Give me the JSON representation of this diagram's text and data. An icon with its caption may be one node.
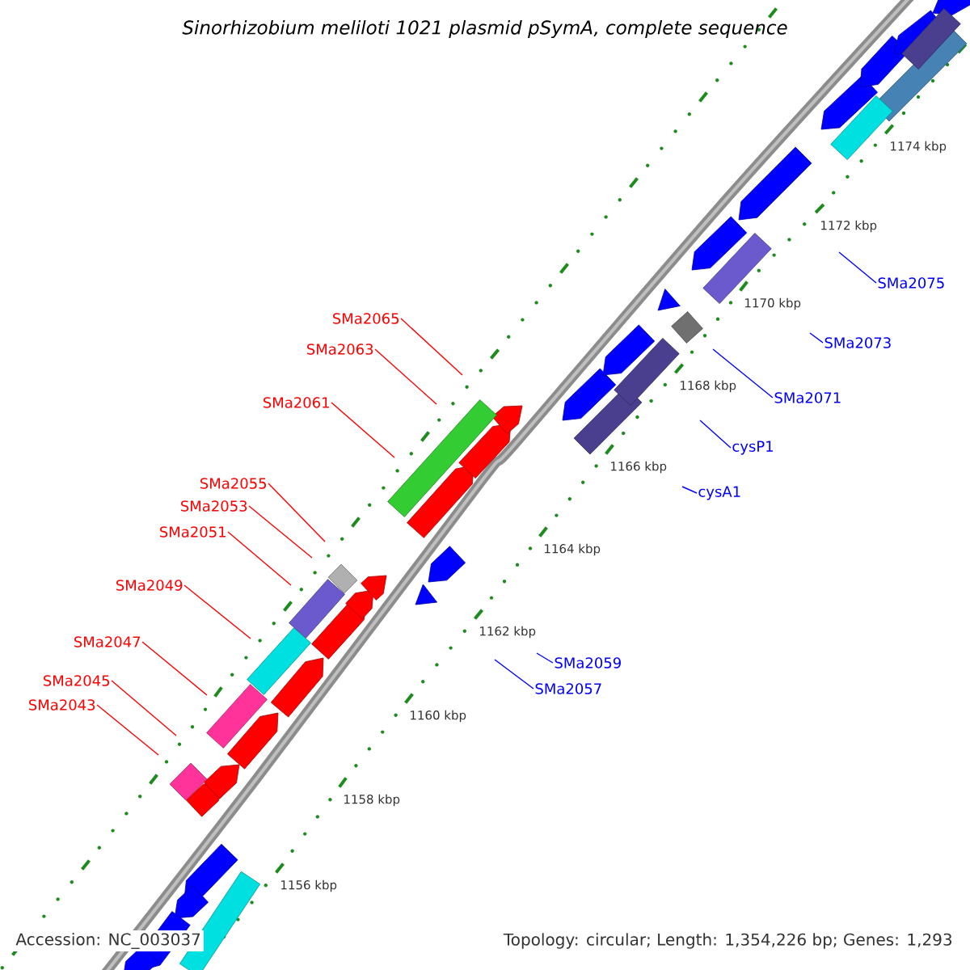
{
  "diagram": {
    "title": "Sinorhizobium meliloti 1021 plasmid pSymA, complete sequence",
    "nodes": [
      {
        "text": [
          "SMa2065"
        ]
      },
      {
        "text": [
          "SMa2063"
        ]
      },
      {
        "text": [
          "SMa2061"
        ]
      },
      {
        "text": [
          "SMa2055"
        ]
      },
      {
        "text": [
          "SMa2053"
        ]
      },
      {
        "text": [
          "SMa2051"
        ]
      },
      {
        "text": [
          "SMa2049"
        ]
      },
      {
        "text": [
          "SMa2047"
        ]
      },
      {
        "text": [
          "SMa2045"
        ]
      },
      {
        "text": [
          "SMa2043"
        ]
      },
      {
        "text": [
          "SMa2075"
        ]
      },
      {
        "text": [
          "SMa2073"
        ]
      },
      {
        "text": [
          "SMa2071"
        ]
      },
      {
        "text": [
          "cysP1"
        ]
      },
      {
        "text": [
          "cysA1"
        ]
      },
      {
        "text": [
          "SMa2059"
        ]
      },
      {
        "text": [
          "SMa2057"
        ]
      }
    ],
    "edges": [
      {
        "from": 0,
        "to": null,
        "arrow": "none"
      },
      {
        "from": 1,
        "to": null,
        "arrow": "none"
      },
      {
        "from": 2,
        "to": null,
        "arrow": "none"
      },
      {
        "from": 3,
        "to": null,
        "arrow": "none"
      },
      {
        "from": 4,
        "to": null,
        "arrow": "none"
      },
      {
        "from": 5,
        "to": null,
        "arrow": "none"
      },
      {
        "from": 6,
        "to": null,
        "arrow": "none"
      },
      {
        "from": 7,
        "to": null,
        "arrow": "none"
      },
      {
        "from": 8,
        "to": null,
        "arrow": "none"
      },
      {
        "from": 9,
        "to": null,
        "arrow": "none"
      },
      {
        "from": 10,
        "to": null,
        "arrow": "none",
        "color": "#0000ff"
      },
      {
        "from": 11,
        "to": null,
        "arrow": "none",
        "color": "#0000ff"
      },
      {
        "from": 12,
        "to": null,
        "arrow": "none",
        "color": "#0000ff"
      },
      {
        "from": 13,
        "to": null,
        "arrow": "none",
        "color": "#0000ff"
      },
      {
        "from": 14,
        "to": null,
        "arrow": "none",
        "color": "#0000ff"
      },
      {
        "from": 15,
        "to": null,
        "arrow": "none",
        "color": "#0000ff"
      },
      {
        "from": 16,
        "to": null,
        "arrow": "none",
        "color": "#0000ff"
      }
    ],
    "labels": [
      "1174 kbp",
      "1172 kbp",
      "1170 kbp",
      "1168 kbp",
      "1166 kbp",
      "1164 kbp",
      "1162 kbp",
      "1160 kbp",
      "1158 kbp",
      "1156 kbp",
      "Accession: NC_003037",
      "Topology: circular; Length: 1,354,226 bp; Genes: 1,293"
    ]
  }
}
